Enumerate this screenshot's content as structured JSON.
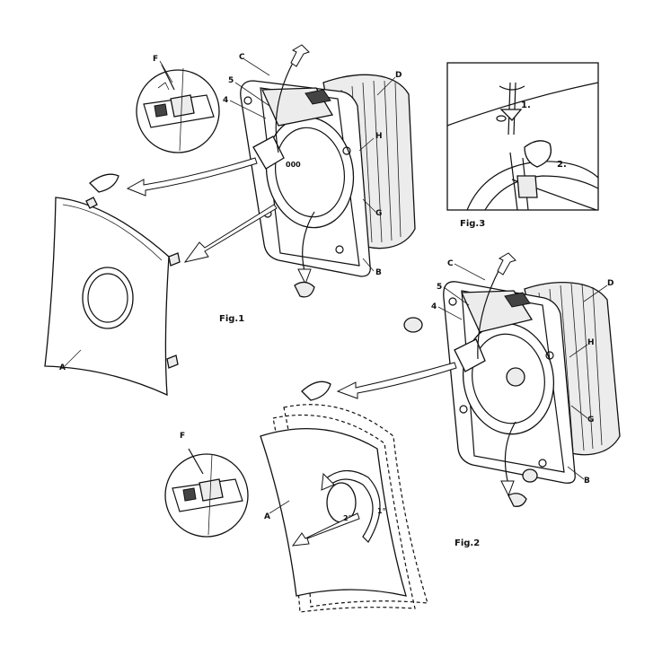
{
  "figures": {
    "fig1": "Fig.1",
    "fig2": "Fig.2",
    "fig3": "Fig.3"
  },
  "labels": {
    "A": "A",
    "B": "B",
    "C": "C",
    "D": "D",
    "F": "F",
    "G": "G",
    "H": "H",
    "four": "4",
    "five": "5"
  },
  "fig3_steps": {
    "step1": "1.",
    "step2": "2."
  },
  "fig2_angles": {
    "deg1": "1°",
    "deg2": "2°"
  }
}
